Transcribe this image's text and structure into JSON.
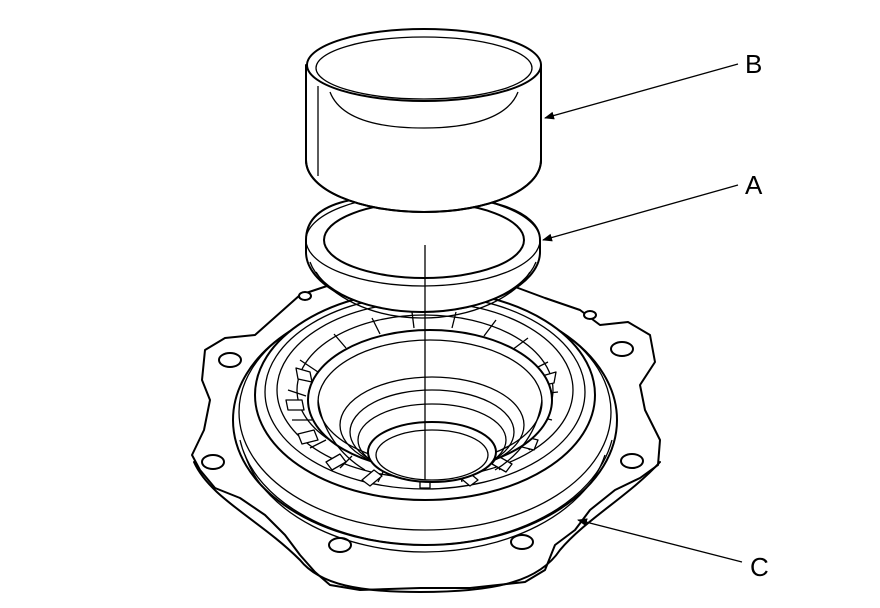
{
  "callouts": [
    {
      "id": "B",
      "label": "B"
    },
    {
      "id": "A",
      "label": "A"
    },
    {
      "id": "C",
      "label": "C"
    }
  ]
}
